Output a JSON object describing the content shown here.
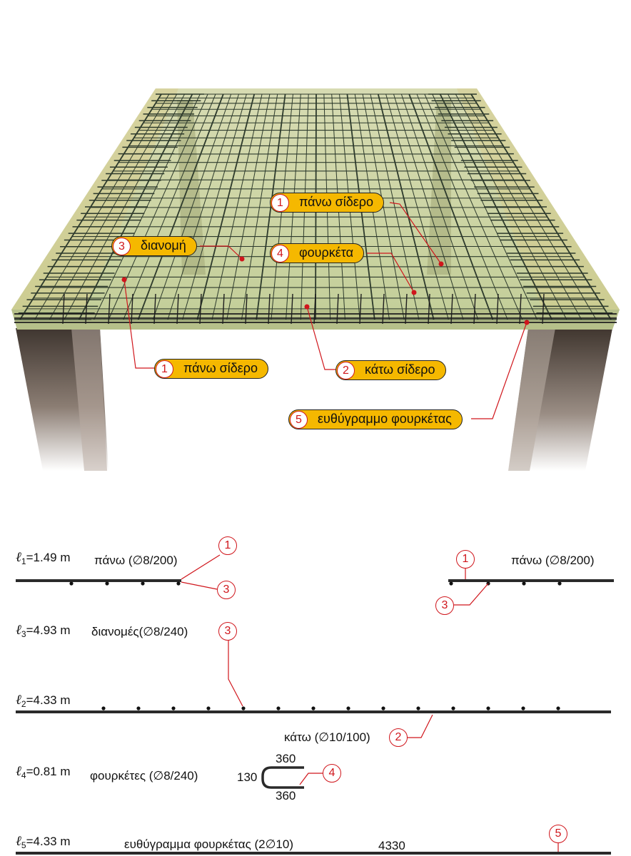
{
  "perspective": {
    "labels": {
      "top_right": {
        "num": "1",
        "text": "πάνω σίδερο"
      },
      "dist": {
        "num": "3",
        "text": "διανομή"
      },
      "hairpin": {
        "num": "4",
        "text": "φουρκέτα"
      },
      "top_left": {
        "num": "1",
        "text": "πάνω σίδερο"
      },
      "bottom": {
        "num": "2",
        "text": "κάτω σίδερο"
      },
      "straight": {
        "num": "5",
        "text": "ευθύγραμμο φουρκέτας"
      }
    }
  },
  "schedule": {
    "l1": {
      "sym": "ℓ",
      "sub": "1",
      "value": "=1.49 m",
      "desc": "πάνω (∅8/200)",
      "desc_right": "πάνω (∅8/200)"
    },
    "l3": {
      "sym": "ℓ",
      "sub": "3",
      "value": "=4.93 m",
      "desc": "διανομές(∅8/240)"
    },
    "l2": {
      "sym": "ℓ",
      "sub": "2",
      "value": "=4.33 m",
      "desc": "κάτω (∅10/100)"
    },
    "l4": {
      "sym": "ℓ",
      "sub": "4",
      "value": "=0.81 m",
      "desc": "φουρκέτες (∅8/240)",
      "dim_top": "360",
      "dim_side": "130",
      "dim_bottom": "360"
    },
    "l5": {
      "sym": "ℓ",
      "sub": "5",
      "value": "=4.33 m",
      "desc": "ευθύγραμμα φουρκέτας (2∅10)",
      "dim": "4330"
    },
    "bubbles": {
      "b1_left": "1",
      "b3_left": "3",
      "b1_right": "1",
      "b3_right": "3",
      "b3_dist": "3",
      "b2": "2",
      "b4": "4",
      "b5": "5"
    }
  },
  "colors": {
    "slab": "#cfd8a8",
    "rebar": "#2a3328",
    "column": "#4a4038",
    "callout": "#f5b800",
    "leader": "#d0161c"
  }
}
